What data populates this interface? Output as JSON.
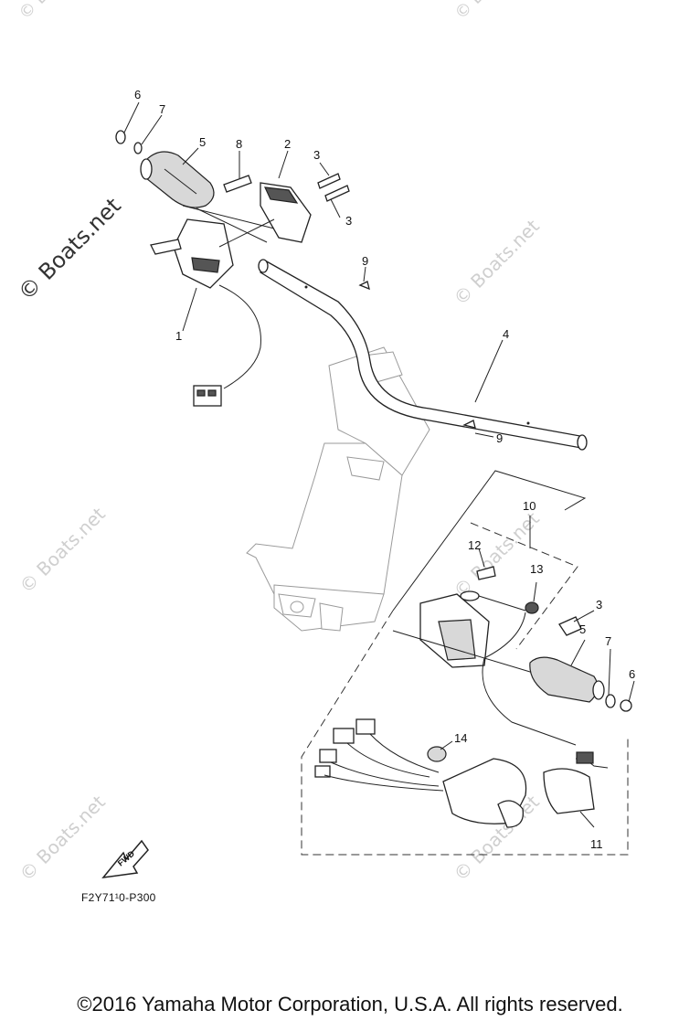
{
  "watermark": "© Boats.net",
  "callouts": {
    "c1": "1",
    "c2": "2",
    "c3a": "3",
    "c3b": "3",
    "c3c": "3",
    "c4": "4",
    "c5a": "5",
    "c5b": "5",
    "c6a": "6",
    "c6b": "6",
    "c7a": "7",
    "c7b": "7",
    "c8": "8",
    "c9a": "9",
    "c9b": "9",
    "c10": "10",
    "c11": "11",
    "c12": "12",
    "c13": "13",
    "c14": "14"
  },
  "fwd_label": "FWD",
  "reference_code": "F2Y71¹0-P300",
  "copyright": "©2016 Yamaha Motor Corporation, U.S.A. All rights reserved."
}
